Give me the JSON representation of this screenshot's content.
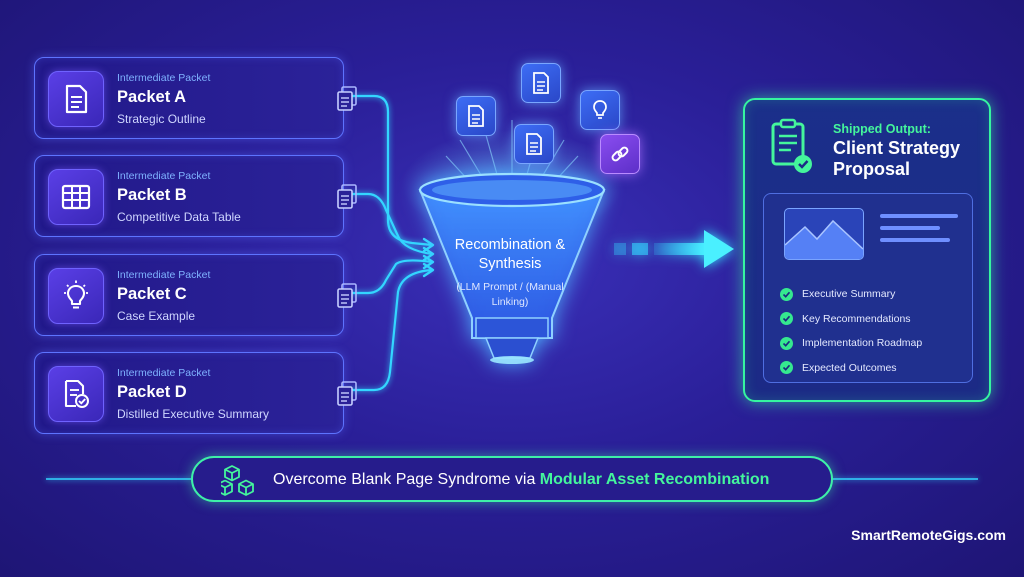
{
  "packets": [
    {
      "kicker": "Intermediate Packet",
      "name": "Packet A",
      "desc": "Strategic Outline",
      "icon": "document-icon"
    },
    {
      "kicker": "Intermediate Packet",
      "name": "Packet B",
      "desc": "Competitive Data Table",
      "icon": "table-icon"
    },
    {
      "kicker": "Intermediate Packet",
      "name": "Packet C",
      "desc": "Case Example",
      "icon": "lightbulb-icon"
    },
    {
      "kicker": "Intermediate Packet",
      "name": "Packet D",
      "desc": "Distilled Executive Summary",
      "icon": "checked-document-icon"
    }
  ],
  "funnel": {
    "title": "Recombination & Synthesis",
    "subtitle": "(LLM Prompt / (Manual Linking)"
  },
  "output": {
    "kicker": "Shipped Output:",
    "title": "Client Strategy Proposal",
    "checklist": [
      "Executive Summary",
      "Key Recommendations",
      "Implementation Roadmap",
      "Expected Outcomes"
    ]
  },
  "banner": {
    "text": "Overcome Blank Page Syndrome via",
    "accent": "Modular Asset Recombination"
  },
  "footer": {
    "brand": "SmartRemoteGigs.com"
  },
  "colors": {
    "accent_green": "#44f59c",
    "accent_blue": "#5d73ff",
    "connector_cyan": "#33d6ff",
    "background": "#2a1f98"
  }
}
